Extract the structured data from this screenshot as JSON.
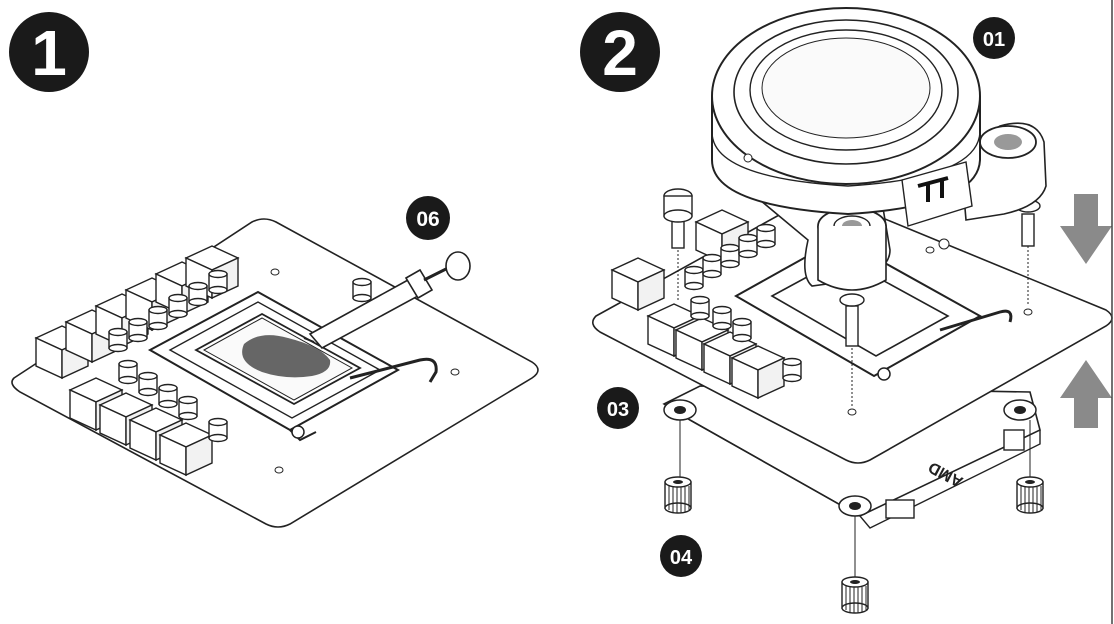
{
  "steps": [
    {
      "number": "1"
    },
    {
      "number": "2"
    }
  ],
  "callouts": {
    "thermal_paste": "06",
    "pump_block": "01",
    "backplate": "03",
    "nut": "04"
  },
  "backplate_marking": "AMD",
  "colors": {
    "badge_fill": "#1a1a1a",
    "line": "#222222",
    "arrow_fill": "#8a8a8a",
    "paste_fill": "#666666"
  },
  "icons": [
    "down-arrow-icon",
    "up-arrow-icon",
    "brand-logo-icon"
  ]
}
